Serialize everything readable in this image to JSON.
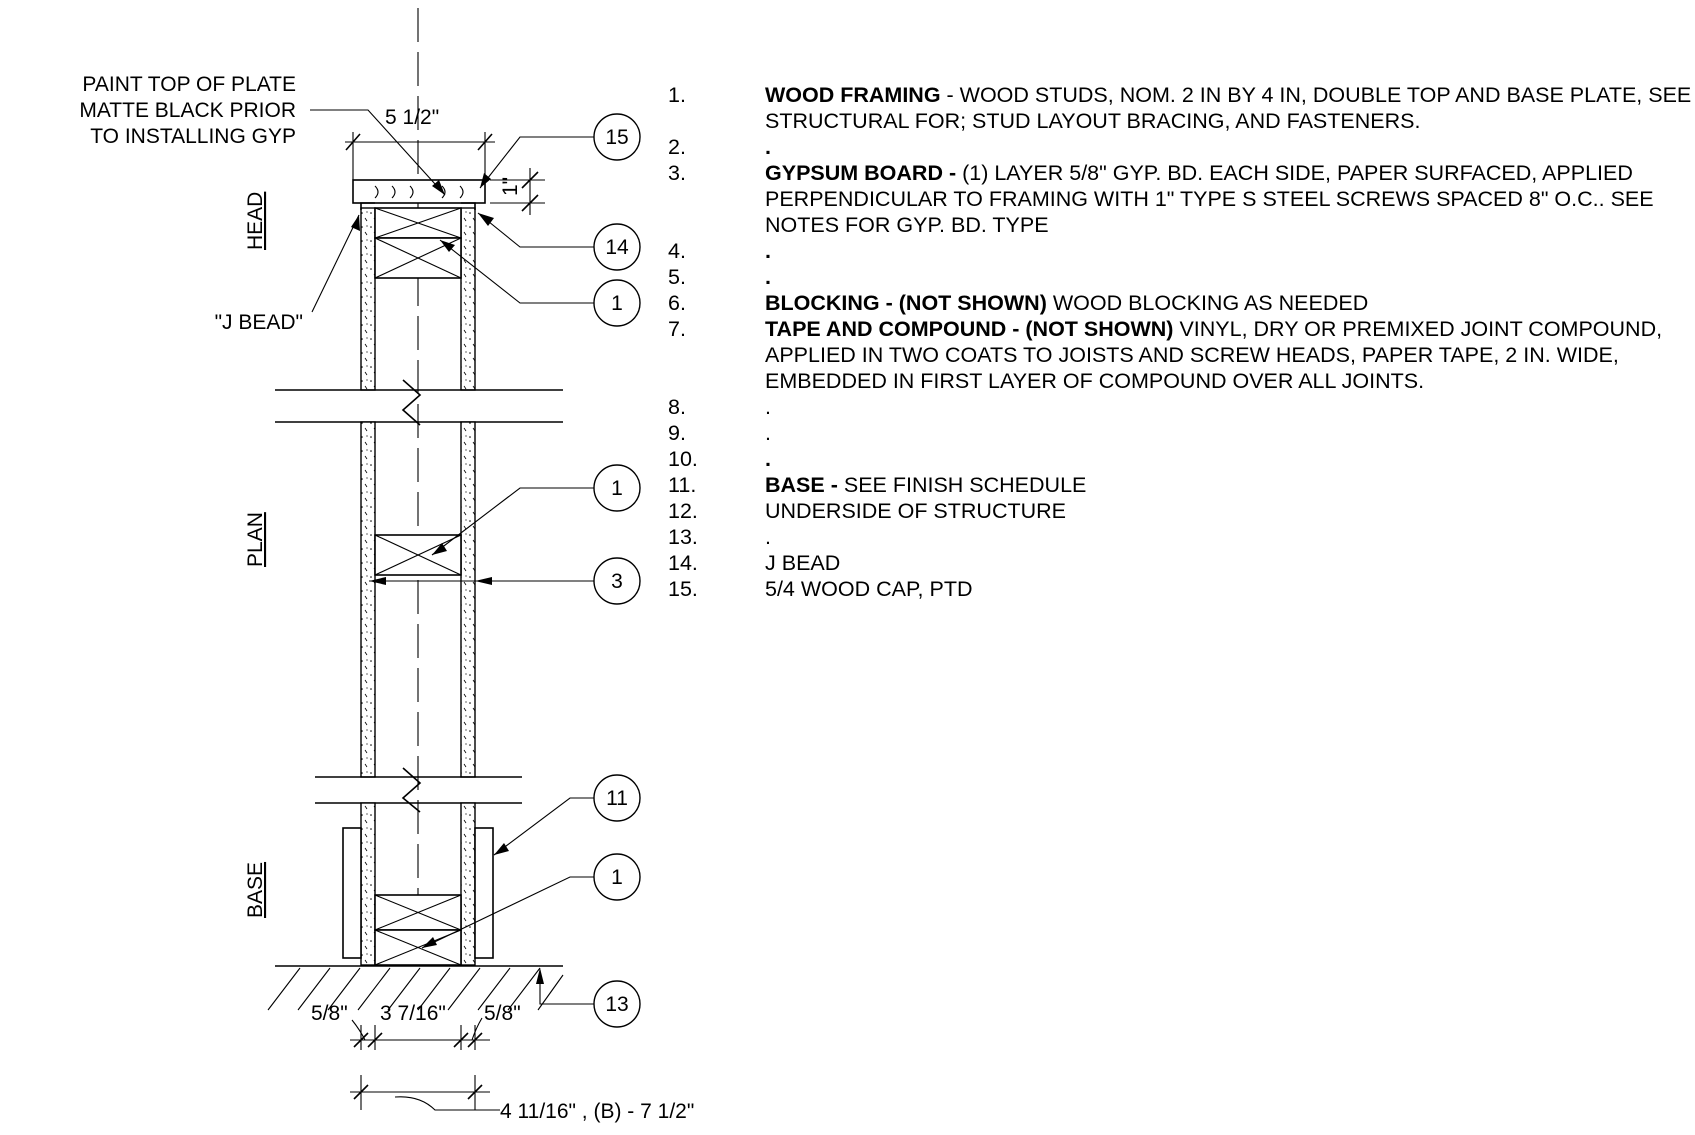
{
  "views": {
    "head": "HEAD",
    "plan": "PLAN",
    "base": "BASE"
  },
  "labels": {
    "paint_line1": "PAINT TOP OF PLATE",
    "paint_line2": "MATTE BLACK PRIOR",
    "paint_line3": "TO INSTALLING GYP",
    "j_bead": "\"J BEAD\""
  },
  "dimensions": {
    "top_width": "5 1/2\"",
    "cap_thickness": "1\"",
    "gyp_left": "5/8\"",
    "stud": "3 7/16\"",
    "gyp_right": "5/8\"",
    "overall": "4 11/16\" , (B) - 7 1/2\""
  },
  "bubbles": {
    "b15": "15",
    "b14": "14",
    "b1a": "1",
    "b1b": "1",
    "b3": "3",
    "b11": "11",
    "b1c": "1",
    "b13": "13"
  },
  "notes": [
    {
      "num": "1.",
      "bold": "WOOD FRAMING",
      "text": " - WOOD STUDS, NOM. 2 IN BY 4 IN, DOUBLE TOP AND BASE PLATE, SEE STRUCTURAL FOR; STUD LAYOUT BRACING, AND FASTENERS."
    },
    {
      "num": "2.",
      "bold": ".",
      "text": ""
    },
    {
      "num": "3.",
      "bold": "GYPSUM BOARD -",
      "text": " (1) LAYER 5/8\" GYP. BD. EACH SIDE, PAPER SURFACED, APPLIED PERPENDICULAR TO FRAMING WITH 1\" TYPE S STEEL SCREWS SPACED 8\" O.C.. SEE NOTES FOR GYP. BD. TYPE"
    },
    {
      "num": "4.",
      "bold": ".",
      "text": ""
    },
    {
      "num": "5.",
      "bold": ".",
      "text": ""
    },
    {
      "num": "6.",
      "bold": "BLOCKING - (NOT SHOWN)",
      "text": " WOOD BLOCKING AS NEEDED"
    },
    {
      "num": "7.",
      "bold": "TAPE AND COMPOUND - (NOT SHOWN)",
      "text": " VINYL, DRY OR PREMIXED JOINT COMPOUND, APPLIED IN TWO COATS TO JOISTS AND SCREW HEADS, PAPER TAPE, 2 IN. WIDE, EMBEDDED IN FIRST LAYER OF COMPOUND OVER ALL JOINTS."
    },
    {
      "num": "8.",
      "bold": "",
      "text": "."
    },
    {
      "num": "9.",
      "bold": "",
      "text": "."
    },
    {
      "num": "10.",
      "bold": ".",
      "text": ""
    },
    {
      "num": "11.",
      "bold": "BASE -",
      "text": " SEE FINISH SCHEDULE"
    },
    {
      "num": "12.",
      "bold": "",
      "text": "UNDERSIDE OF STRUCTURE"
    },
    {
      "num": "13.",
      "bold": "",
      "text": "."
    },
    {
      "num": "14.",
      "bold": "",
      "text": "J BEAD"
    },
    {
      "num": "15.",
      "bold": "",
      "text": "5/4 WOOD CAP, PTD"
    }
  ]
}
